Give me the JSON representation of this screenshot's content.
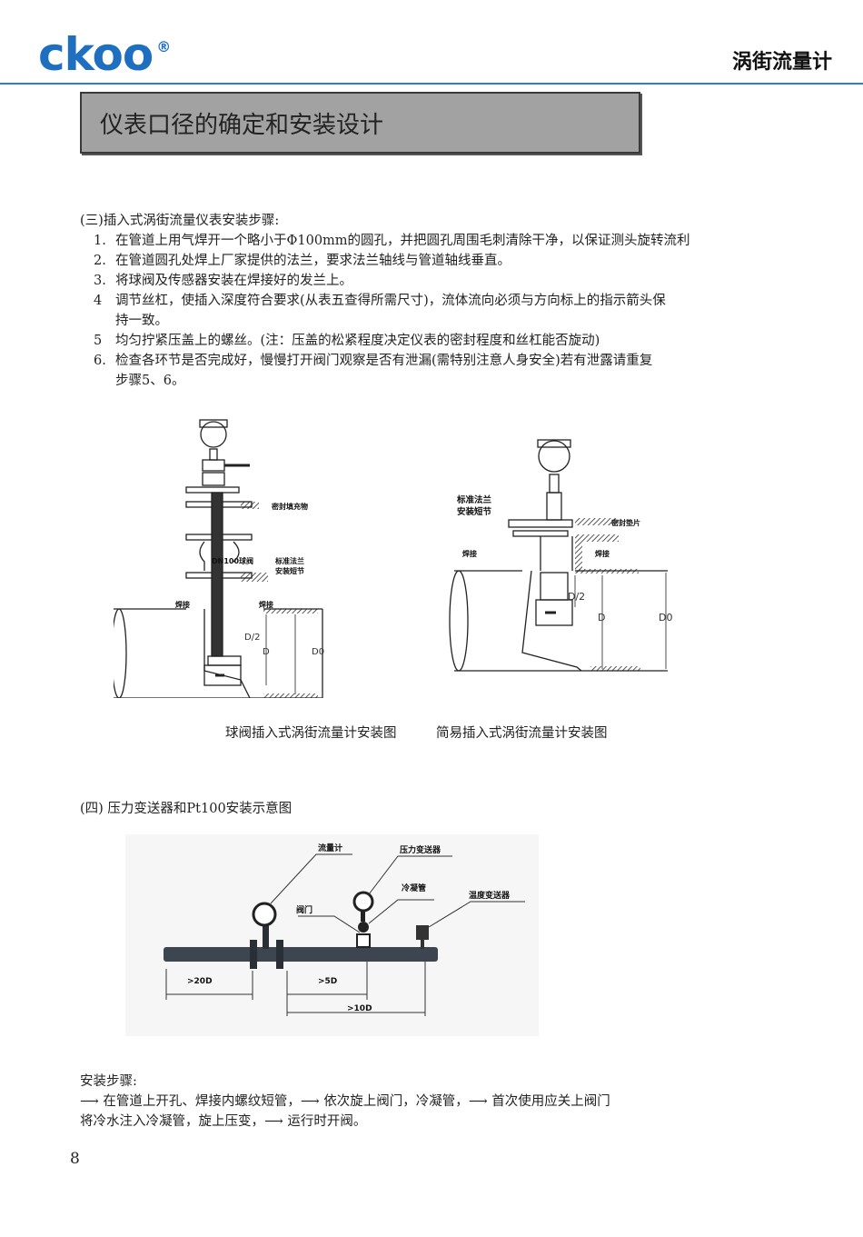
{
  "header": {
    "logo": "ckoo",
    "logo_mark": "®",
    "doc_title": "涡街流量计"
  },
  "section_title": "仪表口径的确定和安装设计",
  "part3": {
    "heading": "(三)插入式涡街流量仪表安装步骤:",
    "steps": [
      {
        "num": "1.",
        "lines": [
          "在管道上用气焊开一个略小于Φ100mm的圆孔，并把圆孔周围毛刺清除干净，以保证测头旋转流利"
        ]
      },
      {
        "num": "2.",
        "lines": [
          "在管道圆孔处焊上厂家提供的法兰，要求法兰轴线与管道轴线垂直。"
        ]
      },
      {
        "num": "3.",
        "lines": [
          "将球阀及传感器安装在焊接好的发兰上。"
        ]
      },
      {
        "num": "4",
        "lines": [
          "调节丝杠，使插入深度符合要求(从表五查得所需尺寸)，流体流向必须与方向标上的指示箭头保",
          "持一致。"
        ]
      },
      {
        "num": "5",
        "lines": [
          "均匀拧紧压盖上的螺丝。(注：压盖的松紧程度决定仪表的密封程度和丝杠能否旋动)"
        ]
      },
      {
        "num": "6.",
        "lines": [
          "检查各环节是否完成好，慢慢打开阀门观察是否有泄漏(需特别注意人身安全)若有泄露请重复",
          "步骤5、6。"
        ]
      }
    ]
  },
  "figure_left": {
    "caption": "球阀插入式涡街流量计安装图",
    "labels": {
      "seal_filler": "密封填充物",
      "ball_valve": "DN100球阀",
      "std_flange_1": "标准法兰",
      "std_flange_2": "安装短节",
      "weld_left": "焊接",
      "weld_right": "焊接",
      "half_d": "D/2",
      "d": "D",
      "d0": "D0"
    }
  },
  "figure_right": {
    "caption": "简易插入式涡街流量计安装图",
    "labels": {
      "std_flange_1": "标准法兰",
      "std_flange_2": "安装短节",
      "gasket": "密封垫片",
      "weld_left": "焊接",
      "weld_right": "焊接",
      "half_d": "D/2",
      "d": "D",
      "d0": "D0"
    }
  },
  "part4": {
    "heading": "(四) 压力变送器和Pt100安装示意图",
    "labels": {
      "flowmeter": "流量计",
      "pressure_tx": "压力变送器",
      "condenser": "冷凝管",
      "valve": "阀门",
      "temp_tx": "温度变送器",
      "d20": ">20D",
      "d5": ">5D",
      "d10": ">10D"
    },
    "steps_heading": "安装步骤:",
    "steps_line1": "在管道上开孔、焊接内螺纹短管，",
    "steps_line1b": "依次旋上阀门，冷凝管，",
    "steps_line1c": "首次使用应关上阀门",
    "steps_line2": "将冷水注入冷凝管，旋上压变，",
    "steps_line2b": "运行时开阀。"
  },
  "page_number": "8"
}
